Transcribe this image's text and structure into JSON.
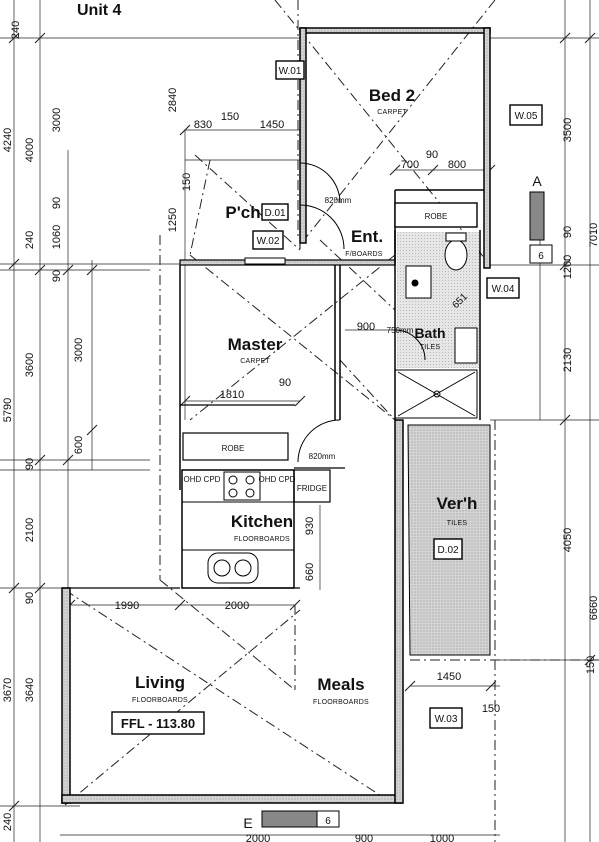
{
  "title": "Unit 4",
  "rooms": {
    "bed2": {
      "name": "Bed 2",
      "finish": "CARPET"
    },
    "porch": {
      "name": "P'ch"
    },
    "entry": {
      "name": "Ent.",
      "finish": "F/BOARDS"
    },
    "master": {
      "name": "Master",
      "finish": "CARPET"
    },
    "bath": {
      "name": "Bath",
      "finish": "TILES"
    },
    "kitchen": {
      "name": "Kitchen",
      "finish": "FLOORBOARDS"
    },
    "verandah": {
      "name": "Ver'h",
      "finish": "TILES"
    },
    "living": {
      "name": "Living",
      "finish": "FLOORBOARDS"
    },
    "meals": {
      "name": "Meals",
      "finish": "FLOORBOARDS"
    }
  },
  "fixtures": {
    "robe_bed2": "ROBE",
    "robe_master": "ROBE",
    "fridge": "FRIDGE",
    "ohd_cpd_1": "OHD CPD",
    "ohd_cpd_2": "OHD CPD"
  },
  "tags": {
    "w01": "W.01",
    "w02": "W.02",
    "w03": "W.03",
    "w04": "W.04",
    "w05": "W.05",
    "d01": "D.01",
    "d02": "D.02"
  },
  "ffl": "FFL - 113.80",
  "section_markers": {
    "a": "A",
    "a_sheet": "6",
    "e": "E",
    "e_sheet": "6"
  },
  "door_widths": {
    "entry": "820mm",
    "master": "820mm"
  },
  "dimensions": {
    "left_outer_1": "4240",
    "left_outer_2": "5790",
    "left_outer_3": "3670",
    "left_outer_4": "240",
    "left_mid_1": "240",
    "left_mid_2": "4000",
    "left_mid_3": "3600",
    "left_mid_4": "90",
    "left_mid_5": "2100",
    "left_mid_6": "90",
    "left_mid_7": "3640",
    "left_in_1": "3000",
    "left_in_2": "90",
    "left_in_3": "1060",
    "left_in_4": "90",
    "left_in_5": "600",
    "left_in_6": "240",
    "left_in_7": "3000",
    "porch_v1": "2840",
    "porch_v2": "150",
    "porch_v3": "1250",
    "top_830": "830",
    "top_150": "150",
    "top_1450": "1450",
    "robe_700": "700",
    "robe_90": "90",
    "robe_800": "800",
    "master_1810": "1810",
    "master_90": "90",
    "bath_900": "900",
    "bath_651": "651",
    "bath_750": "750mm",
    "kitchen_930": "930",
    "kitchen_660": "660",
    "living_1990": "1990",
    "living_2000": "2000",
    "ver_1450": "1450",
    "ver_150": "150",
    "right_3500": "3500",
    "right_1200": "1200",
    "right_90a": "90",
    "right_2130": "2130",
    "right_4050": "4050",
    "right_150": "150",
    "far_7010": "7010",
    "far_6660": "6660",
    "bot_a": "2000",
    "bot_b": "900",
    "bot_c": "1000"
  }
}
